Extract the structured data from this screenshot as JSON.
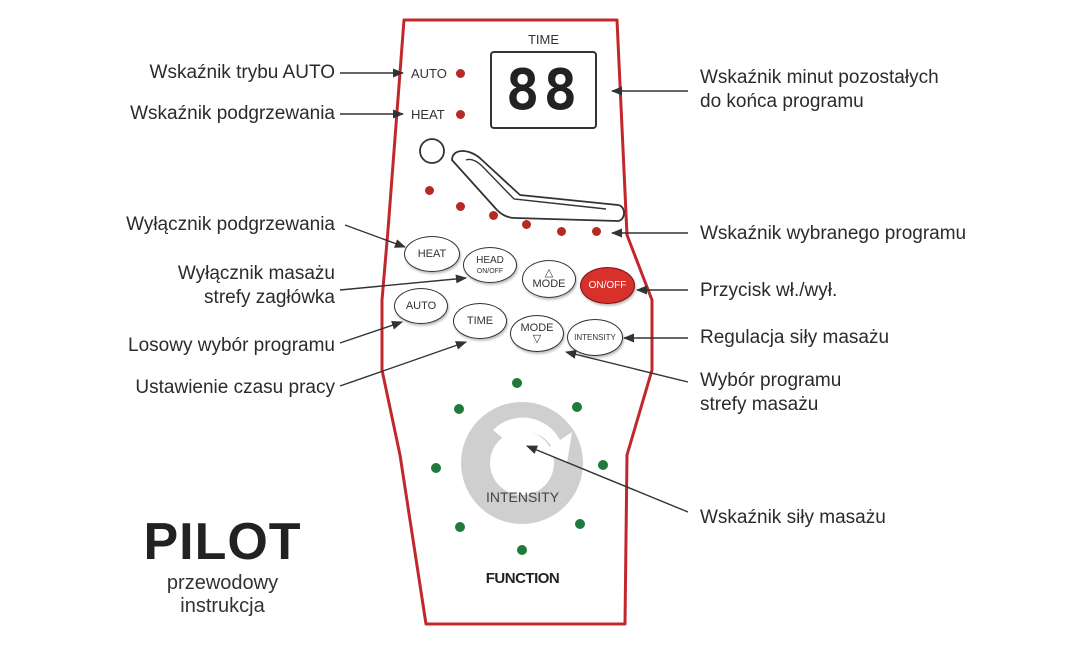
{
  "colors": {
    "remote_outline": "#c0282d",
    "button_onoff": "#d8302b",
    "led_red": "#b52a22",
    "led_green": "#1f7a3c",
    "dial_gray": "#cfcfcf"
  },
  "remote": {
    "time_title": "TIME",
    "display_value": "88",
    "auto_label": "AUTO",
    "heat_label": "HEAT",
    "buttons": {
      "heat": "HEAT",
      "head": "HEAD",
      "head_sub": "ON/OFF",
      "mode_up": "MODE",
      "mode_up_symbol": "△",
      "onoff": "ON/OFF",
      "auto": "AUTO",
      "time": "TIME",
      "mode_down": "MODE",
      "mode_down_symbol": "▽",
      "intensity": "INTENSITY"
    },
    "intensity_dial_label": "INTENSITY",
    "function_label": "FUNCTION"
  },
  "callouts": {
    "auto_indicator": "Wskaźnik trybu AUTO",
    "heat_indicator": "Wskaźnik podgrzewania",
    "heat_switch": "Wyłącznik podgrzewania",
    "head_switch_1": "Wyłącznik masażu",
    "head_switch_2": "strefy zagłówka",
    "auto_random": "Losowy wybór programu",
    "time_setting": "Ustawienie czasu pracy",
    "minutes_1": "Wskaźnik minut pozostałych",
    "minutes_2": "do końca programu",
    "program_indicator": "Wskaźnik wybranego programu",
    "power_button": "Przycisk wł./wył.",
    "intensity_adjust": "Regulacja siły masażu",
    "zone_select_1": "Wybór programu",
    "zone_select_2": "strefy masażu",
    "intensity_indicator": "Wskaźnik siły masażu"
  },
  "title": {
    "main": "PILOT",
    "sub1": "przewodowy",
    "sub2": "instrukcja"
  }
}
